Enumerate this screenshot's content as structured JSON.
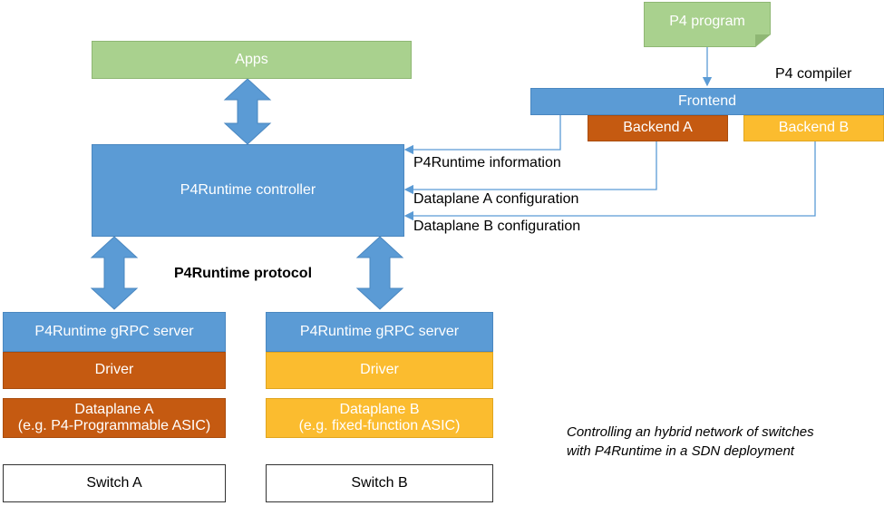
{
  "boxes": {
    "p4_program": "P4 program",
    "apps": "Apps",
    "frontend": "Frontend",
    "backend_a": "Backend A",
    "backend_b": "Backend B",
    "controller": "P4Runtime controller",
    "grpc_server_a": "P4Runtime gRPC server",
    "driver_a": "Driver",
    "dataplane_a_line1": "Dataplane A",
    "dataplane_a_line2": "(e.g. P4-Programmable ASIC)",
    "switch_a": "Switch A",
    "grpc_server_b": "P4Runtime gRPC server",
    "driver_b": "Driver",
    "dataplane_b_line1": "Dataplane B",
    "dataplane_b_line2": "(e.g. fixed-function ASIC)",
    "switch_b": "Switch B"
  },
  "labels": {
    "p4_compiler": "P4 compiler",
    "p4runtime_information": "P4Runtime information",
    "dataplane_a_configuration": "Dataplane A configuration",
    "dataplane_b_configuration": "Dataplane B configuration",
    "p4runtime_protocol": "P4Runtime protocol"
  },
  "caption": {
    "line1": "Controlling an hybrid network of switches",
    "line2": "with P4Runtime in a SDN deployment"
  },
  "colors": {
    "green": "#a9d18e",
    "blue": "#5b9bd5",
    "orange": "#c55a11",
    "yellow": "#fbbc2f",
    "connector": "#5b9bd5"
  }
}
